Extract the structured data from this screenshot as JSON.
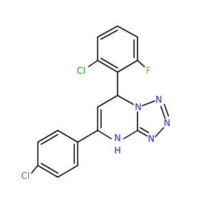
{
  "colors": {
    "carbon_bond": "#000000",
    "nitrogen": "#1a1aff",
    "chlorine": "#1f9e1f",
    "fluorine": "#86b02c",
    "background": "#ffffff"
  },
  "atoms": {
    "cl_top": "Cl",
    "f_top": "F",
    "n1": "N",
    "n2": "N",
    "n3": "N",
    "n4": "N",
    "nh_n": "N",
    "nh_h": "H",
    "cl_bottom": "Cl"
  }
}
